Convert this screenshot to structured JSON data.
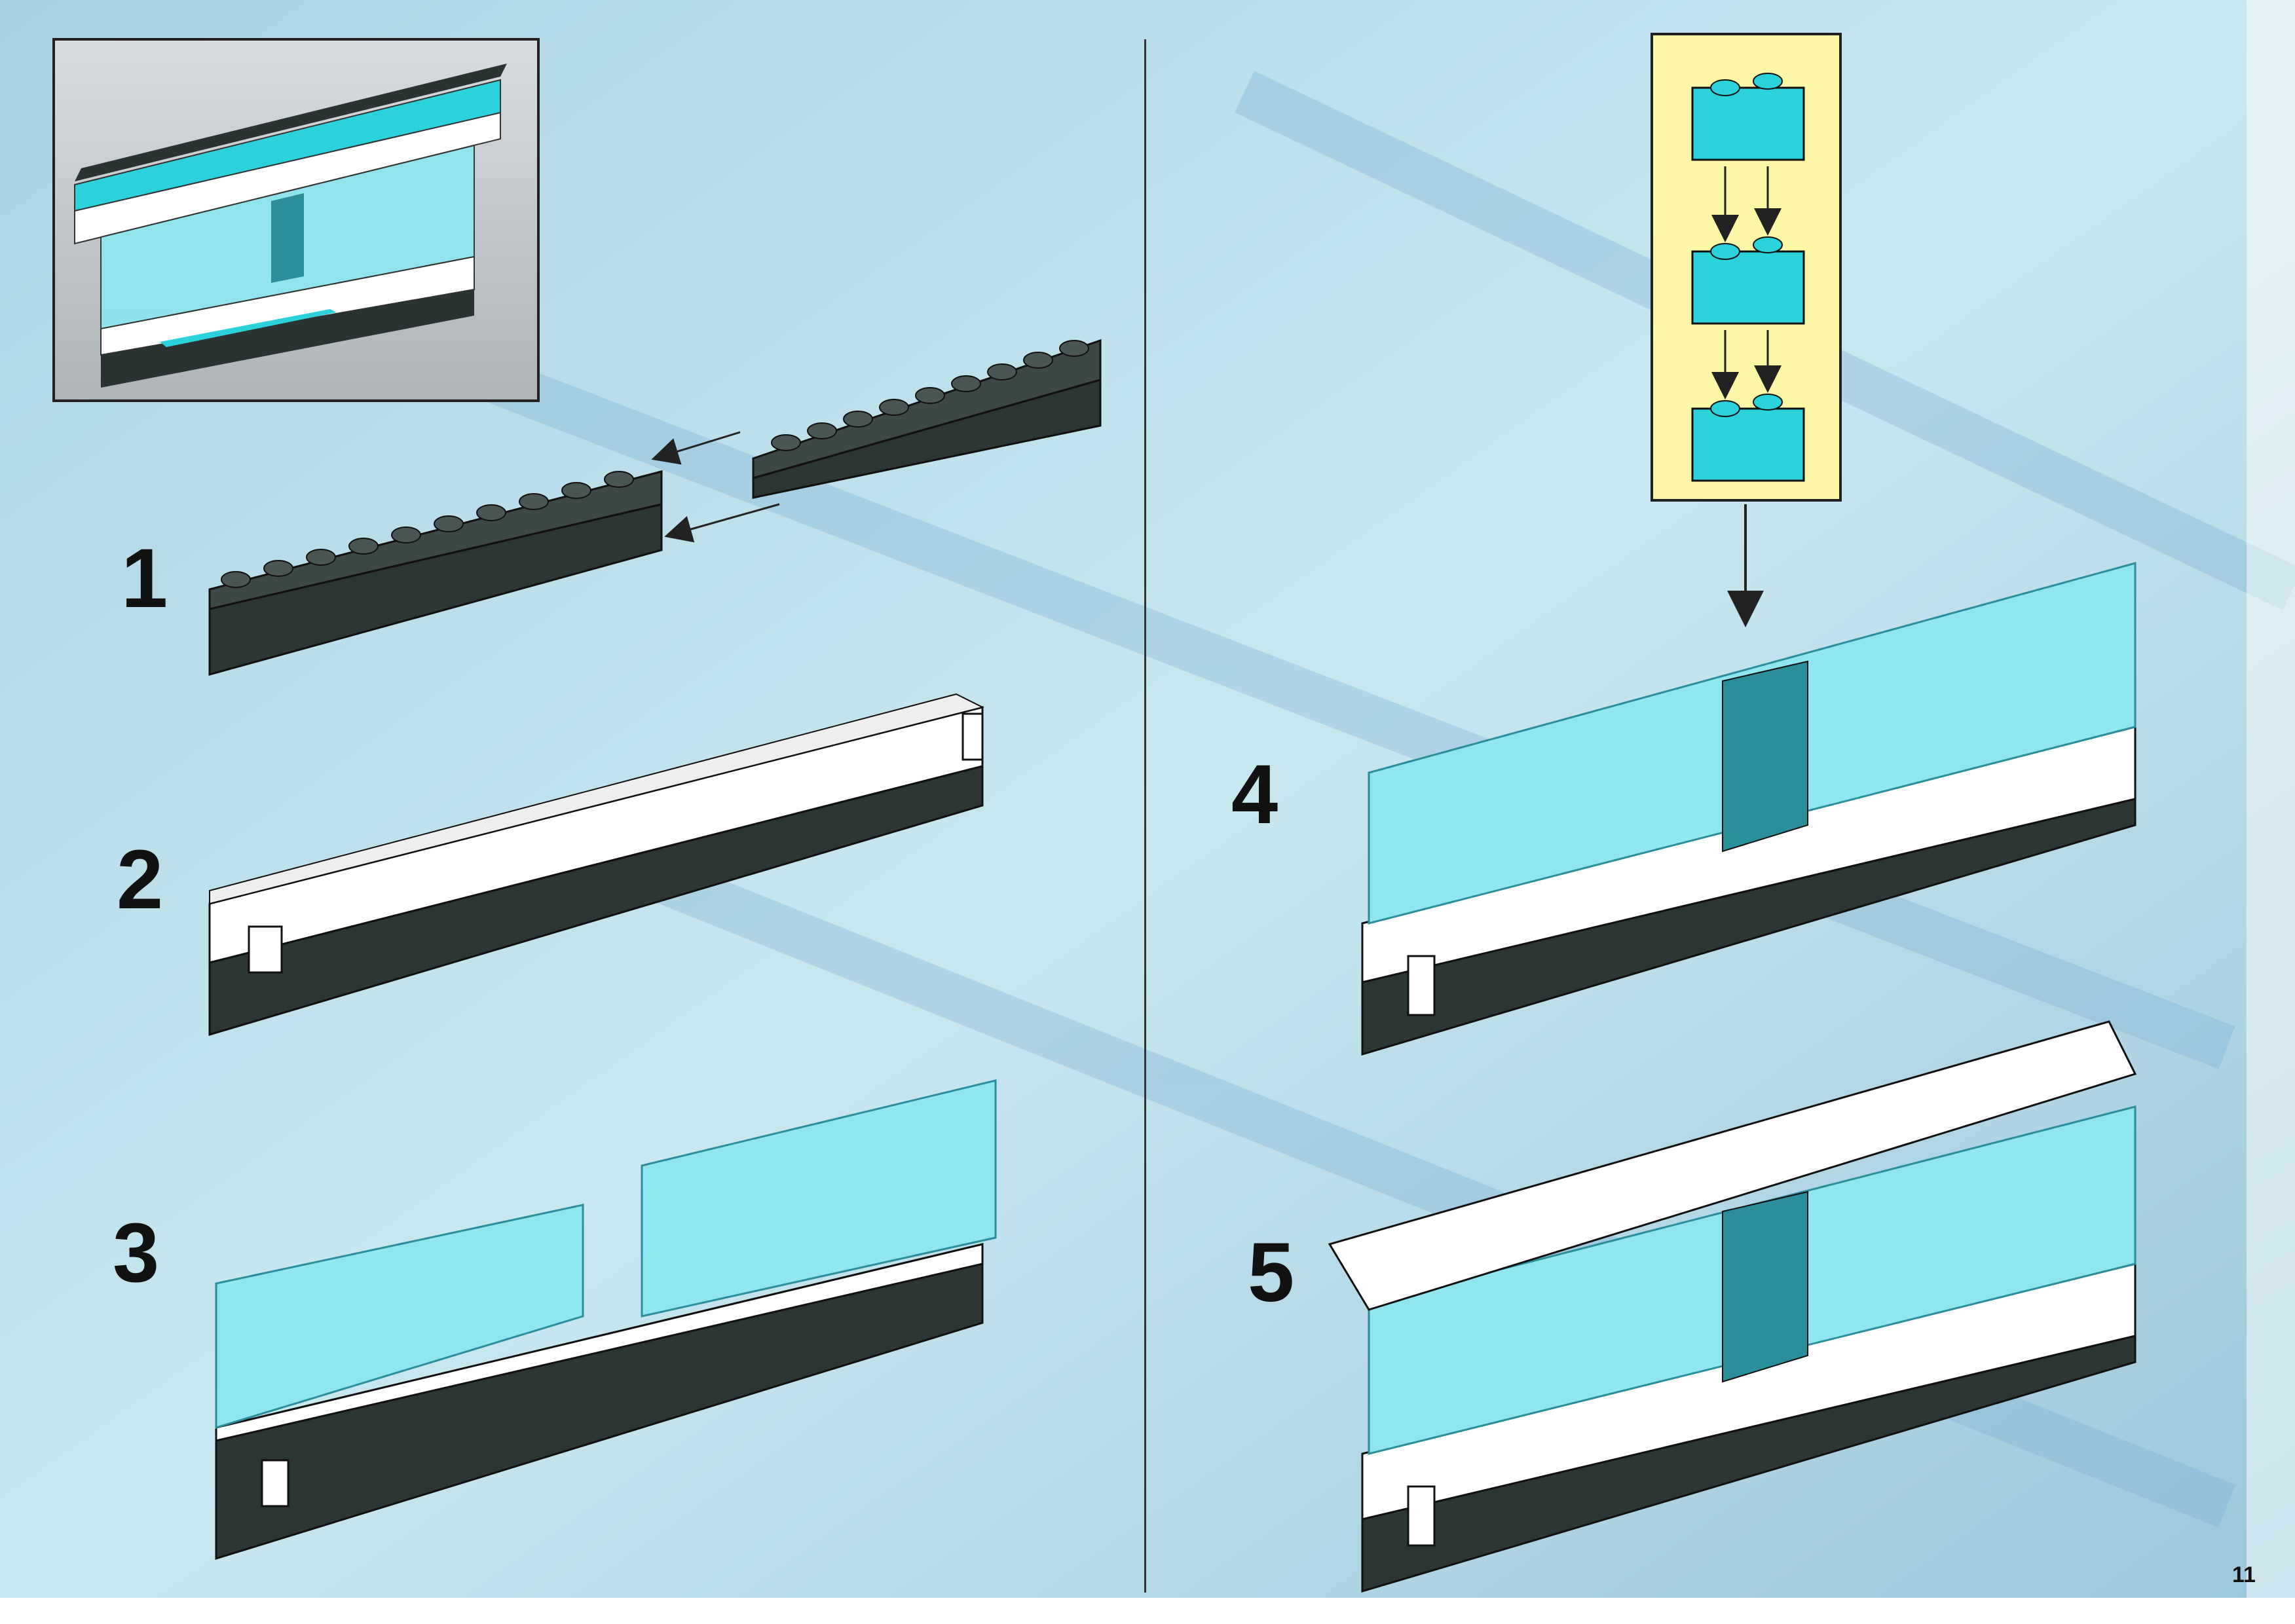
{
  "page": {
    "number": "11"
  },
  "steps": [
    {
      "label": "1"
    },
    {
      "label": "2"
    },
    {
      "label": "3"
    },
    {
      "label": "4"
    },
    {
      "label": "5"
    }
  ],
  "colors": {
    "trans_light_blue": "#8fe6ee",
    "dark_brick": "#1f2a28",
    "white_brick": "#ffffff",
    "callout_bg": "#fbf7a6",
    "background": "#bfe0ec"
  }
}
